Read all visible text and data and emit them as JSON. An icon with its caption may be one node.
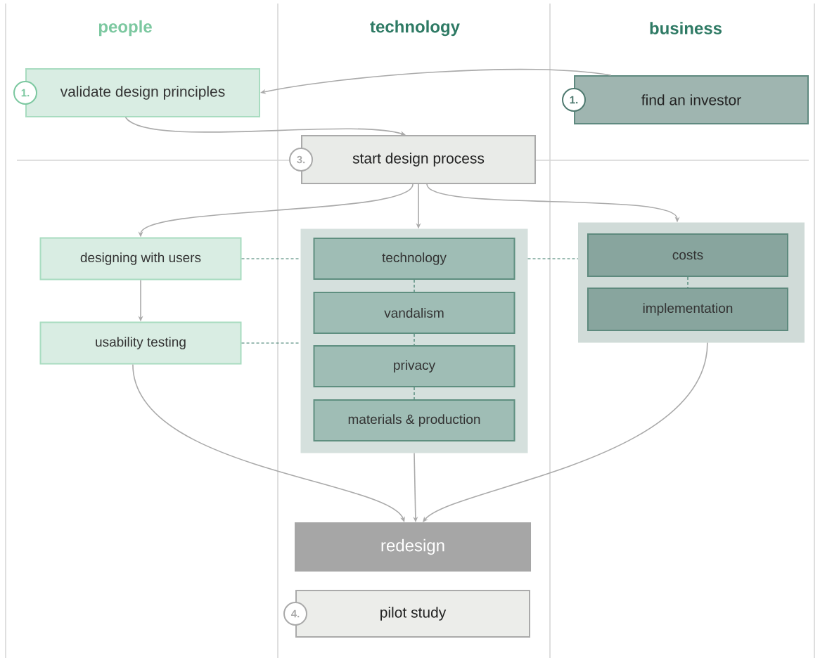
{
  "diagram": {
    "nodes": [
      {
        "text": [
          "validate design principles"
        ],
        "beside": [
          "1."
        ]
      },
      {
        "text": [
          "find an investor"
        ],
        "beside": [
          "1."
        ]
      },
      {
        "text": [
          "start design process"
        ],
        "beside": [
          "3."
        ]
      },
      {
        "text": [
          "designing with users"
        ]
      },
      {
        "text": [
          "usability testing"
        ]
      },
      {
        "text": [],
        "shape": "box"
      },
      {
        "text": [
          "technology"
        ],
        "in": 5
      },
      {
        "text": [
          "vandalism"
        ],
        "in": 5
      },
      {
        "text": [
          "privacy"
        ],
        "in": 5
      },
      {
        "text": [
          "materials & production"
        ],
        "in": 5
      },
      {
        "text": [],
        "shape": "box"
      },
      {
        "text": [
          "costs"
        ],
        "in": 10
      },
      {
        "text": [
          "implementation"
        ],
        "in": 10
      },
      {
        "text": [
          "redesign"
        ]
      },
      {
        "text": [
          "pilot study"
        ],
        "beside": [
          "4."
        ]
      }
    ],
    "edges": [
      {
        "from": 1,
        "to": 0,
        "arrow": "to"
      },
      {
        "from": 0,
        "to": 2,
        "arrow": "to"
      },
      {
        "from": 2,
        "to": 3,
        "arrow": "to"
      },
      {
        "from": 2,
        "to": 5,
        "arrow": "to"
      },
      {
        "from": 2,
        "to": 10,
        "arrow": "to"
      },
      {
        "from": 3,
        "to": 4,
        "arrow": "to"
      },
      {
        "from": 3,
        "to": 5,
        "arrow": "none",
        "style": "dashed",
        "color": "#3a7a68"
      },
      {
        "from": 4,
        "to": 5,
        "arrow": "none",
        "style": "dashed",
        "color": "#3a7a68"
      },
      {
        "from": 5,
        "to": 10,
        "arrow": "none",
        "style": "dashed",
        "color": "#3a7a68"
      },
      {
        "from": 6,
        "to": 7,
        "arrow": "none",
        "style": "dashed",
        "color": "#3a7a68"
      },
      {
        "from": 7,
        "to": 8,
        "arrow": "none",
        "style": "dashed",
        "color": "#3a7a68"
      },
      {
        "from": 8,
        "to": 9,
        "arrow": "none",
        "style": "dashed",
        "color": "#3a7a68"
      },
      {
        "from": 11,
        "to": 12,
        "arrow": "none",
        "style": "dashed",
        "color": "#3a7a68"
      },
      {
        "from": 4,
        "to": 13,
        "arrow": "to"
      },
      {
        "from": 5,
        "to": 13,
        "arrow": "to"
      },
      {
        "from": 10,
        "to": 13,
        "arrow": "to"
      }
    ],
    "labels": [
      "people",
      "technology",
      "business"
    ]
  }
}
